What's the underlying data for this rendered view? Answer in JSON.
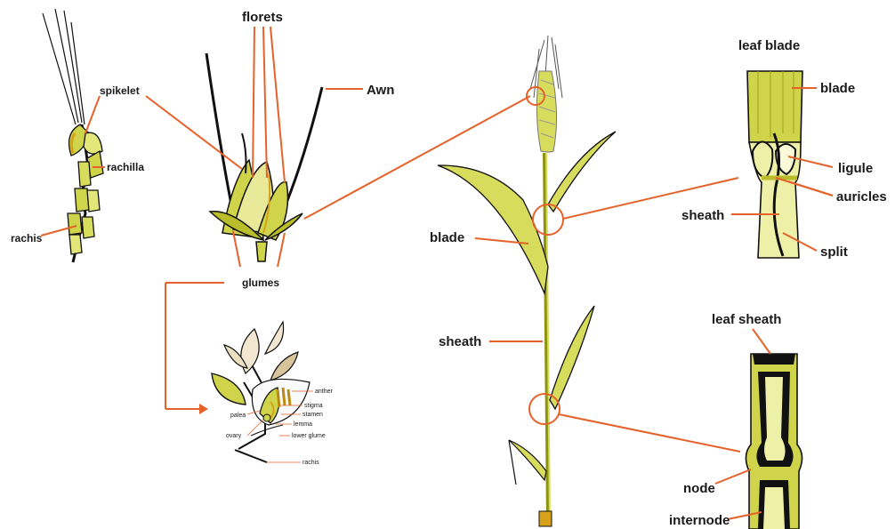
{
  "colors": {
    "leader": "#e5622a",
    "plant_fill": "#cfd44a",
    "plant_light": "#eef0a8",
    "plant_dark": "#7a7d10",
    "outline": "#111111"
  },
  "labels": {
    "florets": "florets",
    "awn": "Awn",
    "spikelet": "spikelet",
    "rachilla": "rachilla",
    "rachis": "rachis",
    "glumes": "glumes",
    "blade": "blade",
    "sheath": "sheath",
    "leaf_blade_title": "leaf blade",
    "blade_detail": "blade",
    "ligule": "ligule",
    "auricles": "auricles",
    "sheath_detail": "sheath",
    "split": "split",
    "leaf_sheath": "leaf sheath",
    "node": "node",
    "internode": "internode",
    "floret_detail": {
      "anther": "anther",
      "stigma": "stigma",
      "stamen": "stamen",
      "lemma": "lemma",
      "lower_glume": "lower glume",
      "palea": "palea",
      "ovary": "ovary",
      "rachis": "rachis"
    }
  }
}
